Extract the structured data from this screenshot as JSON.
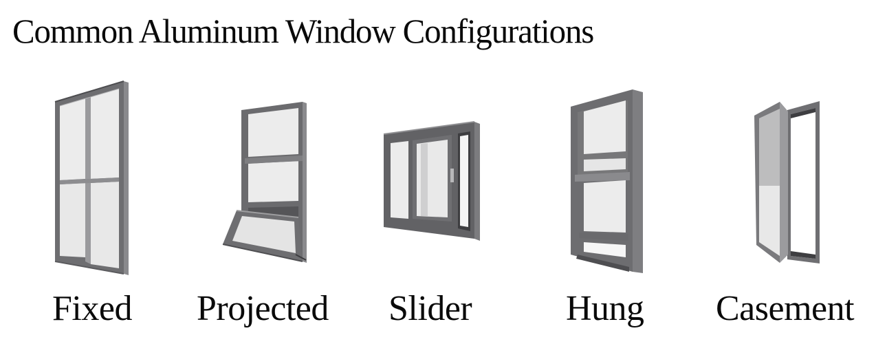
{
  "title": "Common Aluminum Window Configurations",
  "colors": {
    "background": "#ffffff",
    "frame_dark": "#5a5a5c",
    "frame_mid": "#7d7d80",
    "frame_light": "#a9a9ac",
    "glass": "#ececec",
    "glass_shadow": "#d6d6d6",
    "text": "#0a0a0a"
  },
  "windows": [
    {
      "label": "Fixed",
      "icon": "fixed-window-icon"
    },
    {
      "label": "Projected",
      "icon": "projected-window-icon"
    },
    {
      "label": "Slider",
      "icon": "slider-window-icon"
    },
    {
      "label": "Hung",
      "icon": "hung-window-icon"
    },
    {
      "label": "Casement",
      "icon": "casement-window-icon"
    }
  ]
}
